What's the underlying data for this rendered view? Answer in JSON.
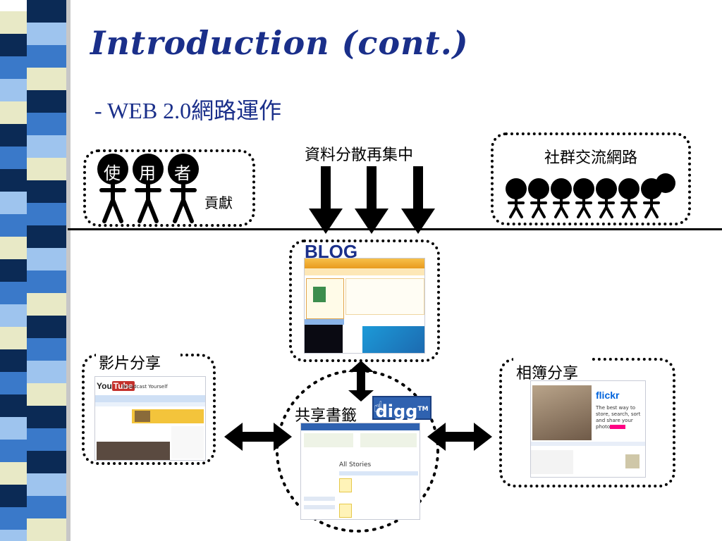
{
  "slide": {
    "title": "Introduction (cont.)",
    "subtitle": "- WEB 2.0網路運作"
  },
  "users_box": {
    "glyphs": [
      "使",
      "用",
      "者"
    ],
    "caption": "貢獻"
  },
  "center_top": {
    "label": "資料分散再集中"
  },
  "social_box": {
    "label": "社群交流網路"
  },
  "blog": {
    "label": "BLOG"
  },
  "video": {
    "label": "影片分享",
    "youtube_word": "You",
    "youtube_tube": "Tube",
    "youtube_tagline": "Broadcast Yourself"
  },
  "bookmarks": {
    "label": "共享書籤",
    "logo_text": "digg",
    "logo_tm": "TM",
    "all_stories": "All Stories"
  },
  "photo": {
    "label": "相簿分享",
    "flickr_word": "flickr",
    "flickr_tagline": "The best way to store, search, sort and share your photos."
  },
  "colors": {
    "title": "#1a2f8a",
    "bar_dark": "#0b2a55",
    "bar_mid": "#3a79c9",
    "bar_light": "#9ec4ee",
    "bar_cream": "#e8e9c6"
  }
}
